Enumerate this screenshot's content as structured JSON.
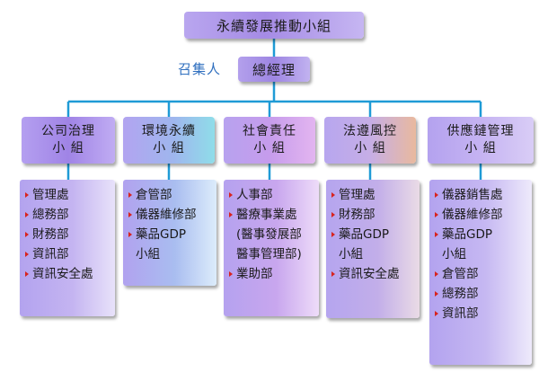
{
  "title": "永續發展推動小組",
  "convener_label": "召集人",
  "general_manager": "總經理",
  "teams": [
    {
      "name_line1": "公司治理",
      "name_line2": "小 組",
      "items": [
        {
          "text": "管理處",
          "bullet": true
        },
        {
          "text": "總務部",
          "bullet": true
        },
        {
          "text": "財務部",
          "bullet": true
        },
        {
          "text": "資訊部",
          "bullet": true
        },
        {
          "text": "資訊安全處",
          "bullet": true
        }
      ]
    },
    {
      "name_line1": "環境永續",
      "name_line2": "小 組",
      "items": [
        {
          "text": "倉管部",
          "bullet": true
        },
        {
          "text": "儀器維修部",
          "bullet": true
        },
        {
          "text": "藥品GDP",
          "bullet": true
        },
        {
          "text": "小組",
          "bullet": false
        }
      ]
    },
    {
      "name_line1": "社會責任",
      "name_line2": "小 組",
      "items": [
        {
          "text": "人事部",
          "bullet": true
        },
        {
          "text": "醫療事業處",
          "bullet": true
        },
        {
          "text": "(醫事發展部",
          "bullet": false
        },
        {
          "text": "醫事管理部)",
          "bullet": false
        },
        {
          "text": "業助部",
          "bullet": true
        }
      ]
    },
    {
      "name_line1": "法遵風控",
      "name_line2": "小 組",
      "items": [
        {
          "text": "管理處",
          "bullet": true
        },
        {
          "text": "財務部",
          "bullet": true
        },
        {
          "text": "藥品GDP",
          "bullet": true
        },
        {
          "text": "小組",
          "bullet": false
        },
        {
          "text": "資訊安全處",
          "bullet": true
        }
      ]
    },
    {
      "name_line1": "供應鏈管理",
      "name_line2": "小 組",
      "items": [
        {
          "text": "儀器銷售處",
          "bullet": true
        },
        {
          "text": "儀器維修部",
          "bullet": true
        },
        {
          "text": "藥品GDP",
          "bullet": true
        },
        {
          "text": "小組",
          "bullet": false
        },
        {
          "text": "倉管部",
          "bullet": true
        },
        {
          "text": "總務部",
          "bullet": true
        },
        {
          "text": "資訊部",
          "bullet": true
        }
      ]
    }
  ],
  "colors": {
    "connector": "#1f9bd6",
    "bullet": "#d8231e",
    "convener_text": "#2f6fbf"
  }
}
